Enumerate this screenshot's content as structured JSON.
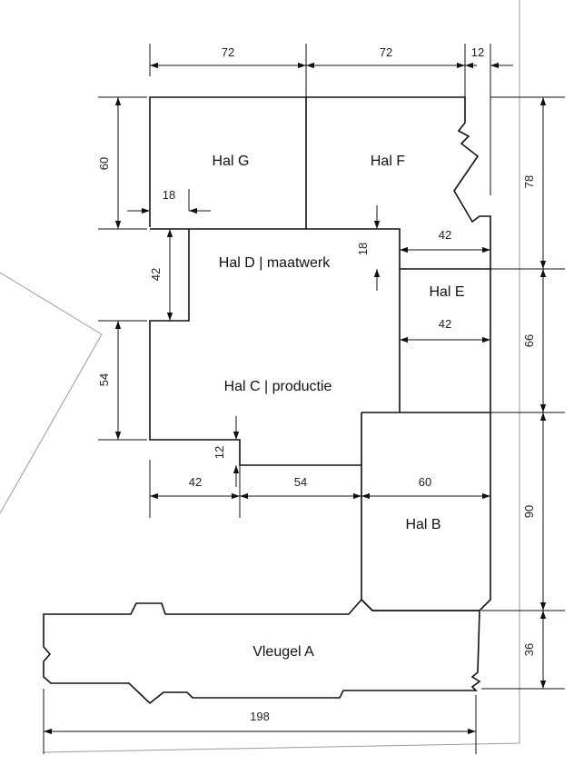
{
  "halls": {
    "g": "Hal G",
    "f": "Hal F",
    "d": "Hal D | maatwerk",
    "e": "Hal E",
    "c": "Hal C | productie",
    "b": "Hal B",
    "a": "Vleugel A"
  },
  "dimensions": {
    "top_g": "72",
    "top_f": "72",
    "top_gap": "12",
    "left_g": "60",
    "step_g": "18",
    "left_d": "42",
    "left_c": "54",
    "d_offset": "18",
    "e_width": "42",
    "c_right": "42",
    "c_step": "12",
    "bottom_c1": "42",
    "bottom_c2": "54",
    "b_width": "60",
    "right_f": "78",
    "right_e": "66",
    "right_b": "90",
    "right_a": "36",
    "bottom_a": "198"
  }
}
